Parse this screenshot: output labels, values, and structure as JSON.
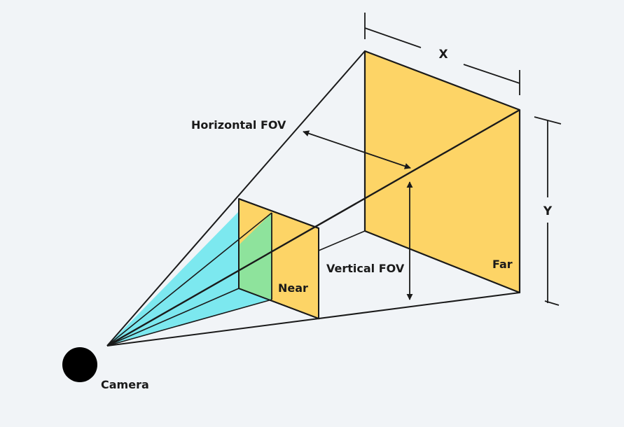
{
  "labels": {
    "x": "X",
    "y": "Y",
    "horizontal_fov": "Horizontal FOV",
    "vertical_fov": "Vertical FOV",
    "near": "Near",
    "far": "Far",
    "camera": "Camera"
  },
  "colors": {
    "background": "#f1f4f7",
    "plane_fill": "#fdd466",
    "frustum_cyan": "#7ce8ef",
    "frustum_green": "#8ee39c",
    "stroke": "#1a1a1a",
    "camera": "#000000"
  }
}
